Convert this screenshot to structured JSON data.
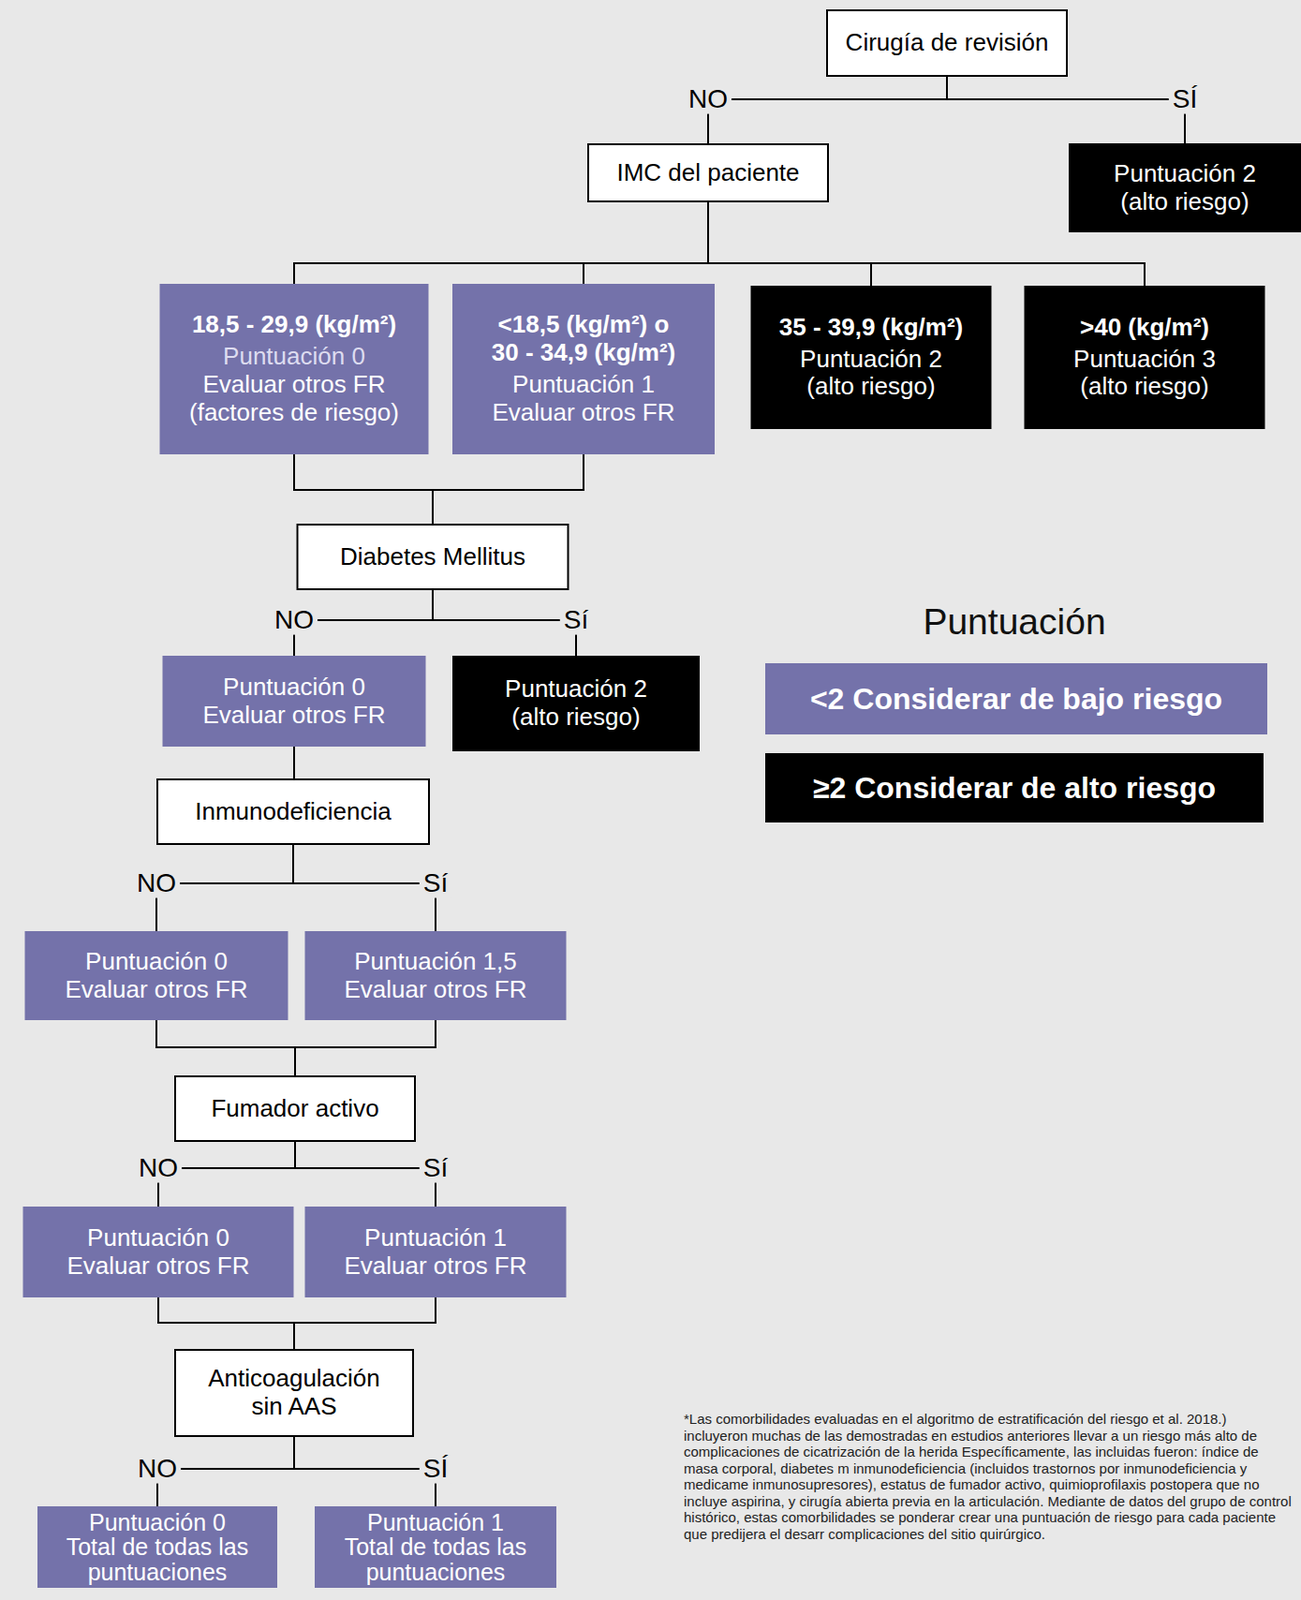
{
  "diagram": {
    "nodes": [
      {
        "text": [
          "Cirugía de revisión"
        ]
      },
      {
        "text": [
          "IMC del paciente"
        ]
      },
      {
        "text": [
          "Puntuación 2",
          "(alto riesgo)"
        ]
      },
      {
        "text": [
          "18,5 - 29,9 (kg/m²)",
          "Puntuación 0",
          "Evaluar otros FR (factores de riesgo)"
        ]
      },
      {
        "text": [
          "<18,5 (kg/m²) o 30 - 34,9 (kg/m²)",
          "Puntuación 1",
          "Evaluar otros FR"
        ]
      },
      {
        "text": [
          "35 - 39,9 (kg/m²)",
          "Puntuación 2",
          "(alto riesgo)"
        ]
      },
      {
        "text": [
          ">40 (kg/m²)",
          "Puntuación 3",
          "(alto riesgo)"
        ]
      },
      {
        "text": [
          "Diabetes Mellitus"
        ]
      },
      {
        "text": [
          "Puntuación 0",
          "Evaluar otros FR"
        ]
      },
      {
        "text": [
          "Puntuación 2",
          "(alto riesgo)"
        ]
      },
      {
        "text": [
          "Inmunodeficiencia"
        ]
      },
      {
        "text": [
          "Puntuación 0",
          "Evaluar otros FR"
        ]
      },
      {
        "text": [
          "Puntuación 1,5",
          "Evaluar otros FR"
        ]
      },
      {
        "text": [
          "Fumador activo"
        ]
      },
      {
        "text": [
          "Puntuación 0",
          "Evaluar otros FR"
        ]
      },
      {
        "text": [
          "Puntuación 1",
          "Evaluar otros FR"
        ]
      },
      {
        "text": [
          "Anticoagulación sin AAS"
        ]
      },
      {
        "text": [
          "Puntuación 0",
          "Total de todas las puntuaciones"
        ]
      },
      {
        "text": [
          "Puntuación 1",
          "Total de todas las puntuaciones"
        ]
      }
    ],
    "edges": [
      {
        "from": 0,
        "to": 1,
        "label": "NO",
        "arrow": "none"
      },
      {
        "from": 0,
        "to": 2,
        "label": "SÍ",
        "arrow": "none"
      },
      {
        "from": 1,
        "to": 3,
        "arrow": "none"
      },
      {
        "from": 1,
        "to": 4,
        "arrow": "none"
      },
      {
        "from": 1,
        "to": 5,
        "arrow": "none"
      },
      {
        "from": 1,
        "to": 6,
        "arrow": "none"
      },
      {
        "from": 3,
        "to": 7,
        "arrow": "none"
      },
      {
        "from": 4,
        "to": 7,
        "arrow": "none"
      },
      {
        "from": 7,
        "to": 8,
        "label": "NO",
        "arrow": "none"
      },
      {
        "from": 7,
        "to": 9,
        "label": "Sí",
        "arrow": "none"
      },
      {
        "from": 8,
        "to": 10,
        "arrow": "none"
      },
      {
        "from": 10,
        "to": 11,
        "label": "NO",
        "arrow": "none"
      },
      {
        "from": 10,
        "to": 12,
        "label": "Sí",
        "arrow": "none"
      },
      {
        "from": 11,
        "to": 13,
        "arrow": "none"
      },
      {
        "from": 12,
        "to": 13,
        "arrow": "none"
      },
      {
        "from": 13,
        "to": 14,
        "label": "NO",
        "arrow": "none"
      },
      {
        "from": 13,
        "to": 15,
        "label": "Sí",
        "arrow": "none"
      },
      {
        "from": 14,
        "to": 16,
        "arrow": "none"
      },
      {
        "from": 15,
        "to": 16,
        "arrow": "none"
      },
      {
        "from": 16,
        "to": 17,
        "label": "NO",
        "arrow": "none"
      },
      {
        "from": 16,
        "to": 18,
        "label": "SÍ",
        "arrow": "none"
      }
    ],
    "labels": [
      "Puntuación",
      "*Las comorbilidades evaluadas en el algoritmo de estratificación del riesgo et al. 2018.) incluyeron muchas de las demostradas en estudios anteriores llevar a un riesgo más alto de complicaciones de cicatrización de la herida Específicamente, las incluidas fueron: índice de masa corporal, diabetes m inmunodeficiencia (incluidos trastornos por inmunodeficiencia y medicame inmunosupresores), estatus de fumador activo, quimioprofilaxis postopera que no incluye aspirina, y cirugía abierta previa en la articulación. Mediante de datos del grupo de control histórico, estas comorbilidades se ponderar crear una puntuación de riesgo para cada paciente que predijera el desarr complicaciones del sitio quirúrgico."
    ],
    "legend": [
      {
        "text": "<2 Considerar de bajo riesgo",
        "color": "#7472aa"
      },
      {
        "text": "≥2 Considerar de alto riesgo",
        "color": "#000000"
      }
    ]
  }
}
